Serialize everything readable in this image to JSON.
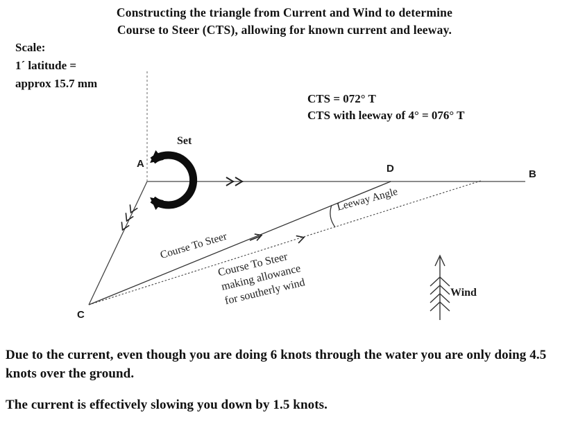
{
  "title": {
    "line1": "Constructing the triangle from Current and Wind to determine",
    "line2": "Course to Steer (CTS), allowing for known current and leeway."
  },
  "scale": {
    "lines": [
      "Scale:",
      "1´ latitude =",
      "approx 15.7 mm"
    ]
  },
  "cts": {
    "line1": "CTS = 072° T",
    "line2": "CTS with leeway of 4° = 076° T"
  },
  "diagram": {
    "points": {
      "a": "A",
      "b": "B",
      "c": "C",
      "d": "D"
    },
    "set_label": "Set",
    "wind_label": "Wind",
    "leeway_angle_label": "Leeway Angle",
    "course_to_steer_label": "Course To Steer",
    "course_allowance": {
      "line1": "Course To Steer",
      "line2": "making allowance",
      "line3": "for southerly wind"
    }
  },
  "notes": {
    "para1": "Due to the current, even though you are doing 6 knots through the water you are only doing 4.5 knots over the ground.",
    "para2": "The current is effectively slowing you down by 1.5 knots."
  },
  "colors": {
    "ink": "#111111",
    "thin_line": "#444444",
    "gray_line": "#8a8a8a",
    "set_arrow": "#0d0d0d"
  }
}
